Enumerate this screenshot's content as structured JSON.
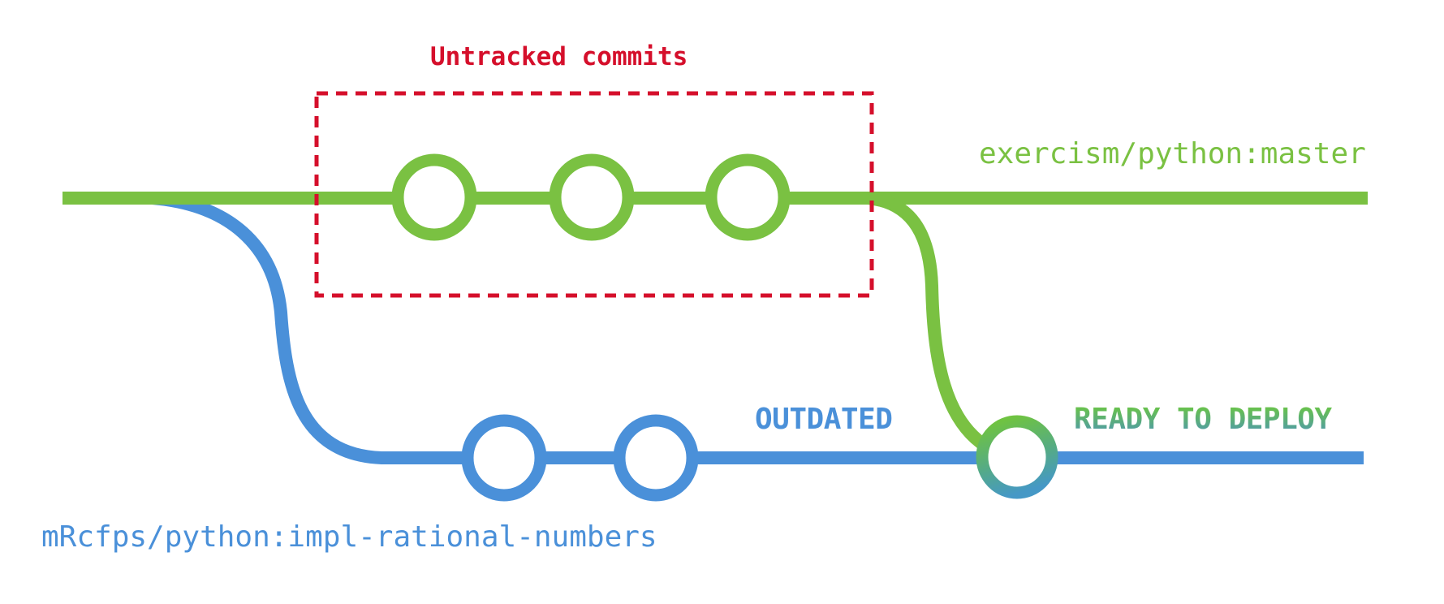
{
  "title": {
    "text": "Untracked commits",
    "color": "#d50f2b"
  },
  "branches": {
    "master": {
      "label": "exercism/python:master",
      "color": "#7ac142",
      "commit_count": 3
    },
    "feature": {
      "label": "mRcfps/python:impl-rational-numbers",
      "color": "#4a90d9",
      "commit_count": 2
    }
  },
  "status": {
    "outdated": {
      "text": "OUTDATED",
      "color": "#4a90d9"
    },
    "ready": {
      "text": "READY TO DEPLOY",
      "color_top": "#68c24b",
      "color_bottom": "#4f9aab"
    }
  },
  "merge_node": {
    "gradient_top": "#6fc341",
    "gradient_bottom": "#4598c6"
  },
  "untracked_box": {
    "border_color": "#d50f2b",
    "style": "dashed"
  }
}
